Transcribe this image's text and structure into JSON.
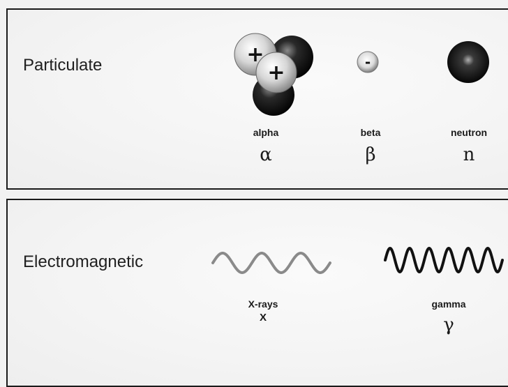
{
  "particulate": {
    "title": "Particulate",
    "items": [
      {
        "name": "alpha",
        "symbol": "α"
      },
      {
        "name": "beta",
        "symbol": "β"
      },
      {
        "name": "neutron",
        "symbol": "n"
      }
    ],
    "alpha_charges": [
      "+",
      "+"
    ],
    "beta_charge": "-"
  },
  "electromagnetic": {
    "title": "Electromagnetic",
    "items": [
      {
        "name": "X-rays",
        "symbol": "X"
      },
      {
        "name": "gamma",
        "symbol": "γ"
      }
    ]
  },
  "colors": {
    "border": "#1a1a1a",
    "xray_wave": "#8a8a8a",
    "gamma_wave": "#111111"
  }
}
